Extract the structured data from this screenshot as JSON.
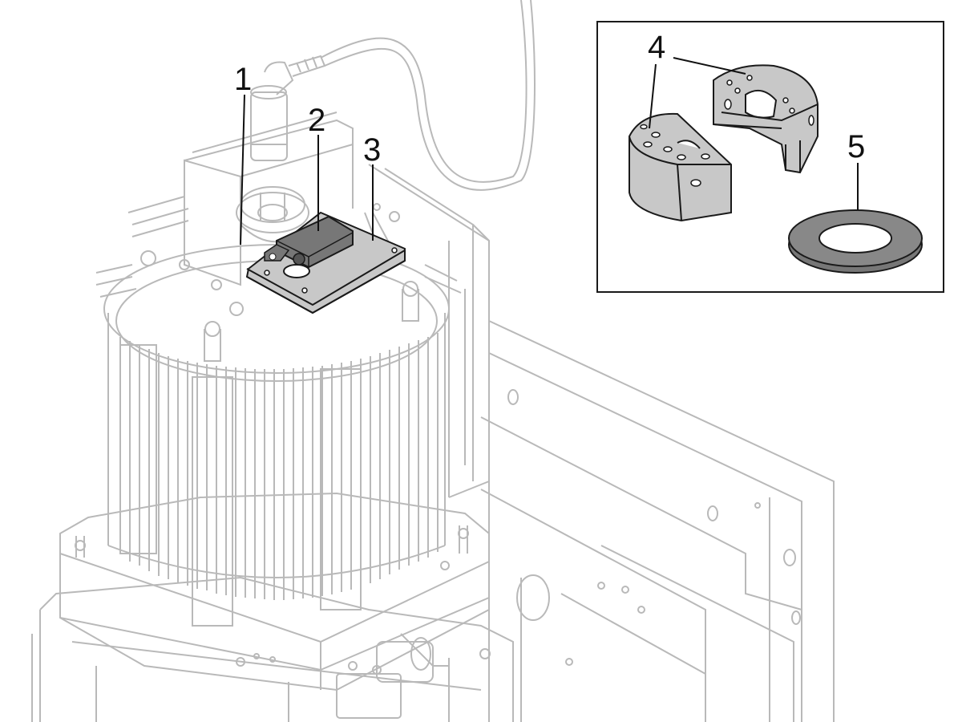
{
  "diagram": {
    "callouts": [
      {
        "id": "1",
        "label": "1"
      },
      {
        "id": "2",
        "label": "2"
      },
      {
        "id": "3",
        "label": "3"
      },
      {
        "id": "4",
        "label": "4"
      },
      {
        "id": "5",
        "label": "5"
      }
    ]
  },
  "colors": {
    "line_light": "#b9b9b9",
    "line_dark": "#1a1a1a",
    "part_gray": "#c8c8c8",
    "part_dark": "#777777",
    "inset_border": "#1a1a1a"
  }
}
